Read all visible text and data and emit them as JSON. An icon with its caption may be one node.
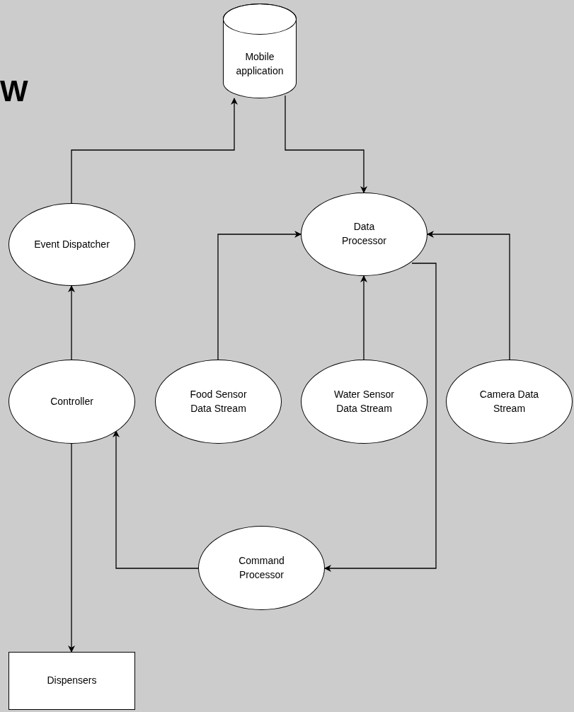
{
  "diagram": {
    "nodes": [
      {
        "text": [
          "Mobile application"
        ]
      },
      {
        "text": [
          "Event Dispatcher"
        ]
      },
      {
        "text": [
          "Data Processor"
        ]
      },
      {
        "text": [
          "Controller"
        ]
      },
      {
        "text": [
          "Food Sensor Data Stream"
        ]
      },
      {
        "text": [
          "Water Sensor Data Stream"
        ]
      },
      {
        "text": [
          "Camera Data Stream"
        ]
      },
      {
        "text": [
          "Command Processor"
        ]
      },
      {
        "text": [
          "Dispensers"
        ]
      }
    ],
    "edges": [
      {
        "from": 1,
        "to": 0,
        "arrow": "to"
      },
      {
        "from": 0,
        "to": 2,
        "arrow": "to"
      },
      {
        "from": 4,
        "to": 2,
        "arrow": "to"
      },
      {
        "from": 5,
        "to": 2,
        "arrow": "to"
      },
      {
        "from": 6,
        "to": 2,
        "arrow": "to"
      },
      {
        "from": 2,
        "to": 7,
        "arrow": "to"
      },
      {
        "from": 7,
        "to": 3,
        "arrow": "to"
      },
      {
        "from": 3,
        "to": 1,
        "arrow": "to"
      },
      {
        "from": 3,
        "to": 8,
        "arrow": "to"
      }
    ],
    "labels": [
      "W"
    ]
  }
}
